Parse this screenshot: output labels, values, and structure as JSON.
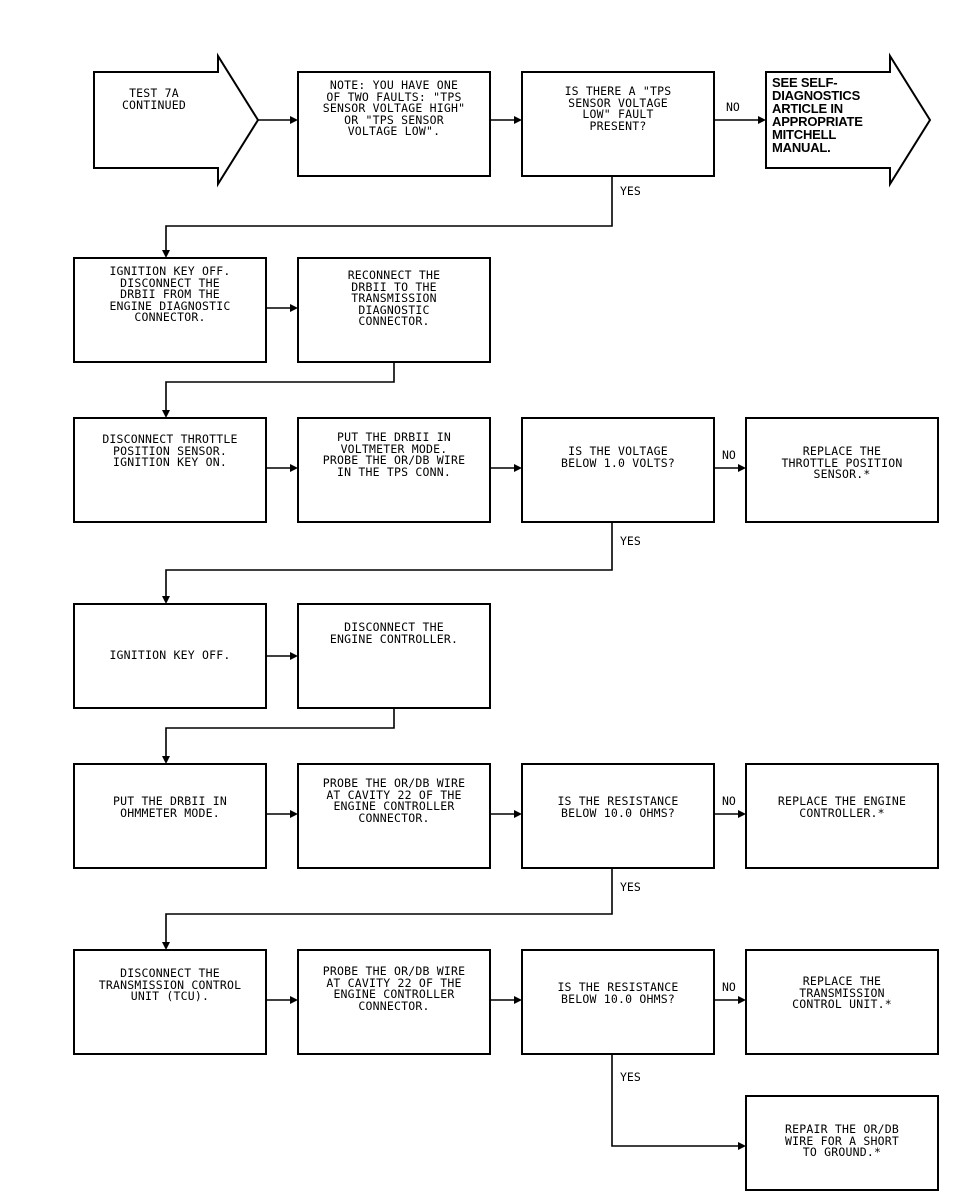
{
  "steps": {
    "start": "TEST 7A\nCONTINUED",
    "note": "NOTE:  YOU HAVE ONE\nOF TWO FAULTS: \"TPS\nSENSOR VOLTAGE HIGH\"\nOR \"TPS SENSOR\nVOLTAGE LOW\".",
    "q_tps_low": "IS THERE A \"TPS\nSENSOR VOLTAGE\nLOW\" FAULT\nPRESENT?",
    "see_self": "SEE SELF-\nDIAGNOSTICS\nARTICLE IN\nAPPROPRIATE\nMITCHELL\nMANUAL.",
    "ign_off_1": "IGNITION KEY OFF.\nDISCONNECT THE\nDRBII FROM THE\nENGINE DIAGNOSTIC\nCONNECTOR.",
    "reconnect": "RECONNECT THE\nDRBII TO THE\nTRANSMISSION\nDIAGNOSTIC\nCONNECTOR.",
    "disc_tps": "DISCONNECT THROTTLE\nPOSITION SENSOR.\nIGNITION KEY ON.",
    "put_volt": "PUT THE DRBII IN\nVOLTMETER MODE.\nPROBE THE OR/DB WIRE\nIN THE TPS CONN.",
    "q_volt": "IS THE VOLTAGE\nBELOW 1.0 VOLTS?",
    "repl_tps": "REPLACE THE\nTHROTTLE POSITION\nSENSOR.*",
    "ign_off_2": "IGNITION KEY OFF.",
    "disc_eng": "DISCONNECT THE\nENGINE CONTROLLER.",
    "put_ohm": "PUT THE DRBII IN\nOHMMETER MODE.",
    "probe_22a": "PROBE THE OR/DB WIRE\nAT CAVITY 22 OF THE\nENGINE CONTROLLER\nCONNECTOR.",
    "q_res_1": "IS THE RESISTANCE\nBELOW 10.0 OHMS?",
    "repl_eng": "REPLACE THE ENGINE\nCONTROLLER.*",
    "disc_tcu": "DISCONNECT THE\nTRANSMISSION CONTROL\nUNIT (TCU).",
    "probe_22b": "PROBE THE OR/DB WIRE\nAT CAVITY 22 OF THE\nENGINE CONTROLLER\nCONNECTOR.",
    "q_res_2": "IS THE RESISTANCE\nBELOW 10.0 OHMS?",
    "repl_tcu": "REPLACE THE\nTRANSMISSION\nCONTROL UNIT.*",
    "repair": "REPAIR THE OR/DB\nWIRE FOR A SHORT\nTO GROUND.*"
  },
  "labels": {
    "no": "NO",
    "yes": "YES"
  }
}
